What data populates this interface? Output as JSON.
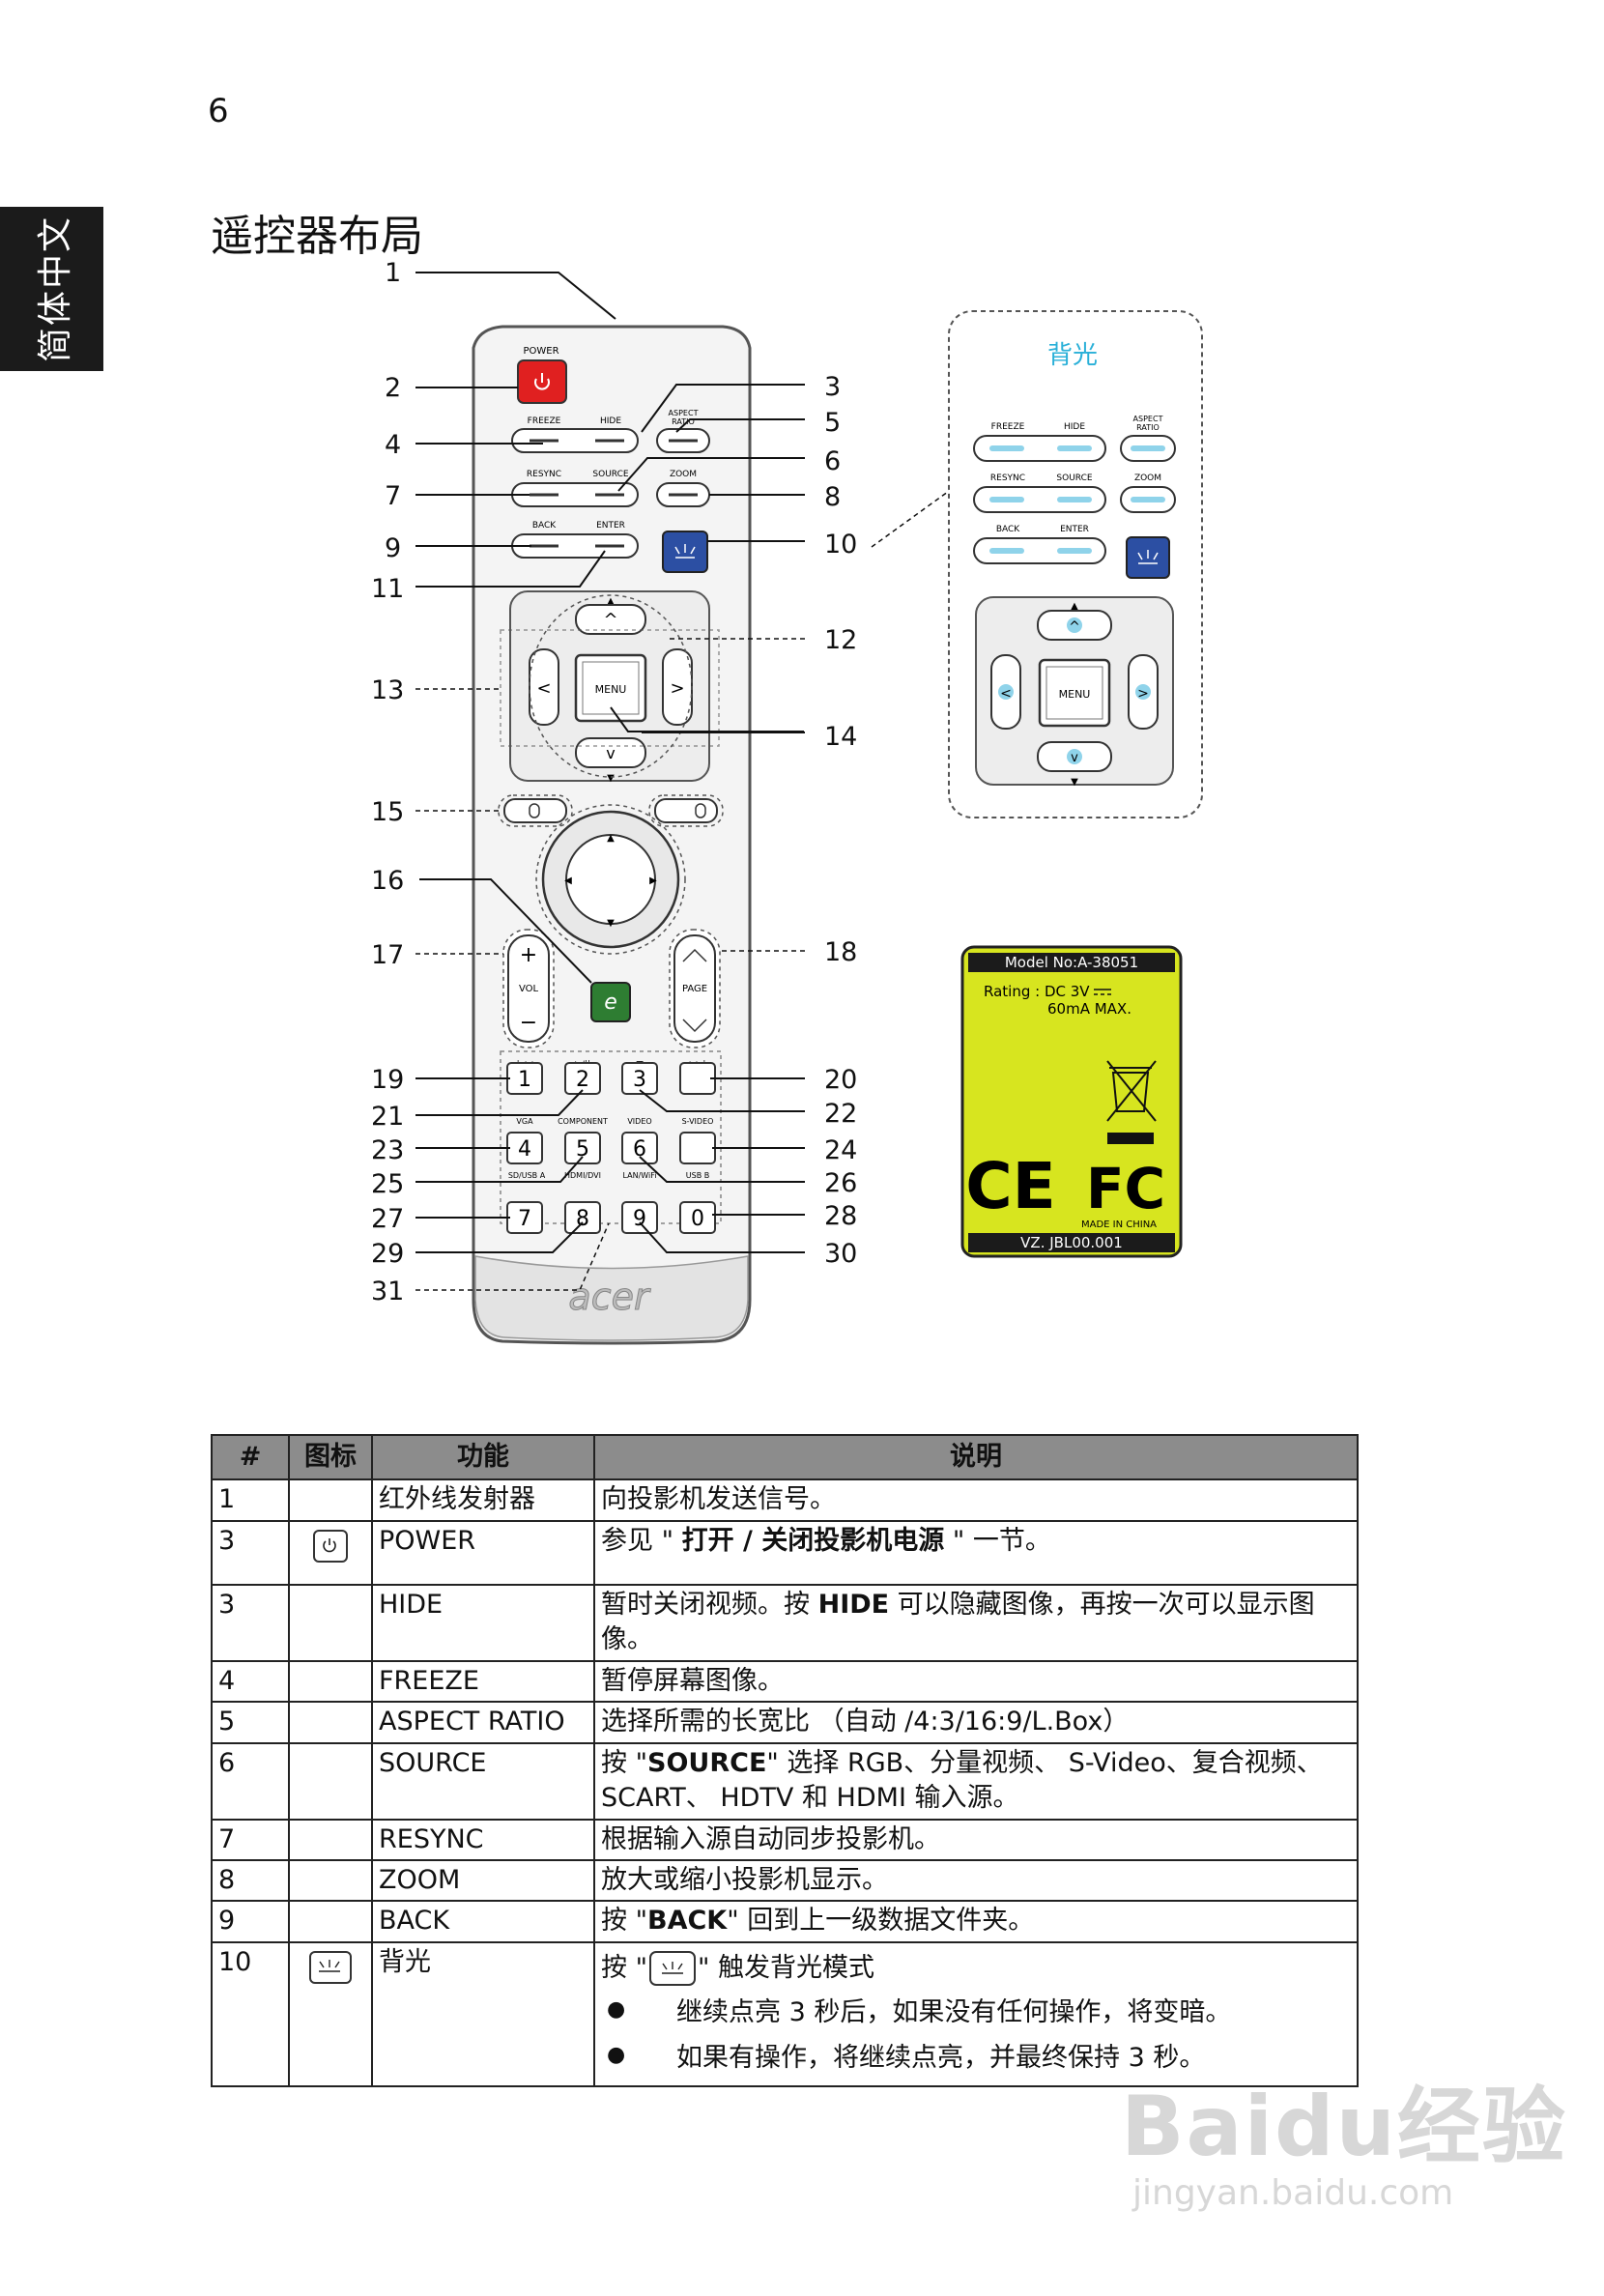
{
  "page": {
    "number": "6",
    "side_tab": "简体中文",
    "title": "遥控器布局"
  },
  "callouts": [
    "1",
    "2",
    "3",
    "4",
    "5",
    "6",
    "7",
    "8",
    "9",
    "10",
    "11",
    "12",
    "13",
    "14",
    "15",
    "16",
    "17",
    "18",
    "19",
    "20",
    "21",
    "22",
    "23",
    "24",
    "25",
    "26",
    "27",
    "28",
    "29",
    "30",
    "31"
  ],
  "remote": {
    "power_label": "POWER",
    "freeze": "FREEZE",
    "hide": "HIDE",
    "aspect_ratio_1": "ASPECT",
    "aspect_ratio_2": "RATIO",
    "resync": "RESYNC",
    "source": "SOURCE",
    "zoom": "ZOOM",
    "back": "BACK",
    "enter": "ENTER",
    "menu": "MENU",
    "vol": "VOL",
    "page": "PAGE",
    "keys": [
      "1",
      "2",
      "3",
      "4",
      "5",
      "6",
      "7",
      "8",
      "9",
      "0"
    ],
    "vga": "VGA",
    "component": "COMPONENT",
    "video": "VIDEO",
    "svideo": "S-VIDEO",
    "sd_usb": "SD/USB A",
    "hdmi_dvi": "HDMI/DVI",
    "lan_wifi": "LAN/WiFi",
    "usb_b": "USB B",
    "brand": "acer"
  },
  "backlight_panel": {
    "title": "背光",
    "freeze": "FREEZE",
    "hide": "HIDE",
    "aspect_1": "ASPECT",
    "aspect_2": "RATIO",
    "resync": "RESYNC",
    "source": "SOURCE",
    "zoom": "ZOOM",
    "back": "BACK",
    "enter": "ENTER",
    "menu": "MENU"
  },
  "rating_label": {
    "model": "Model No:A-38051",
    "rating": "Rating : DC 3V",
    "current": "60mA MAX.",
    "ce": "CE",
    "fc": "FC",
    "made_in": "MADE IN CHINA",
    "code": "VZ. JBL00.001"
  },
  "table": {
    "headers": [
      "#",
      "图标",
      "功能",
      "说明"
    ],
    "rows": [
      {
        "num": "1",
        "func": "红外线发射器",
        "desc": "向投影机发送信号。"
      },
      {
        "num": "3",
        "func": "POWER",
        "desc_pre": "参见 \" ",
        "desc_bold": "打开 / 关闭投影机电源",
        "desc_post": " \" 一节。"
      },
      {
        "num": "3",
        "func": "HIDE",
        "desc_pre": "暂时关闭视频。按 ",
        "desc_bold": "HIDE",
        "desc_post": " 可以隐藏图像，再按一次可以显示图像。"
      },
      {
        "num": "4",
        "func": "FREEZE",
        "desc": "暂停屏幕图像。"
      },
      {
        "num": "5",
        "func": "ASPECT RATIO",
        "desc": "选择所需的长宽比 （自动 /4:3/16:9/L.Box）"
      },
      {
        "num": "6",
        "func": "SOURCE",
        "desc_pre": "按 \"",
        "desc_bold": "SOURCE",
        "desc_post": "\" 选择 RGB、分量视频、 S-Video、复合视频、SCART、 HDTV 和 HDMI 输入源。"
      },
      {
        "num": "7",
        "func": "RESYNC",
        "desc": "根据输入源自动同步投影机。"
      },
      {
        "num": "8",
        "func": "ZOOM",
        "desc": "放大或缩小投影机显示。"
      },
      {
        "num": "9",
        "func": "BACK",
        "desc_pre": "按 \"",
        "desc_bold": "BACK",
        "desc_post": "\" 回到上一级数据文件夹。"
      },
      {
        "num": "10",
        "func": "背光",
        "desc_pre": "按 \"",
        "desc_post": "\" 触发背光模式",
        "bullets": [
          "继续点亮 3 秒后，如果没有任何操作，将变暗。",
          "如果有操作，将继续点亮，并最终保持 3 秒。"
        ]
      }
    ]
  },
  "watermark": {
    "brand": "Baidu经验",
    "url": "jingyan.baidu.com"
  }
}
